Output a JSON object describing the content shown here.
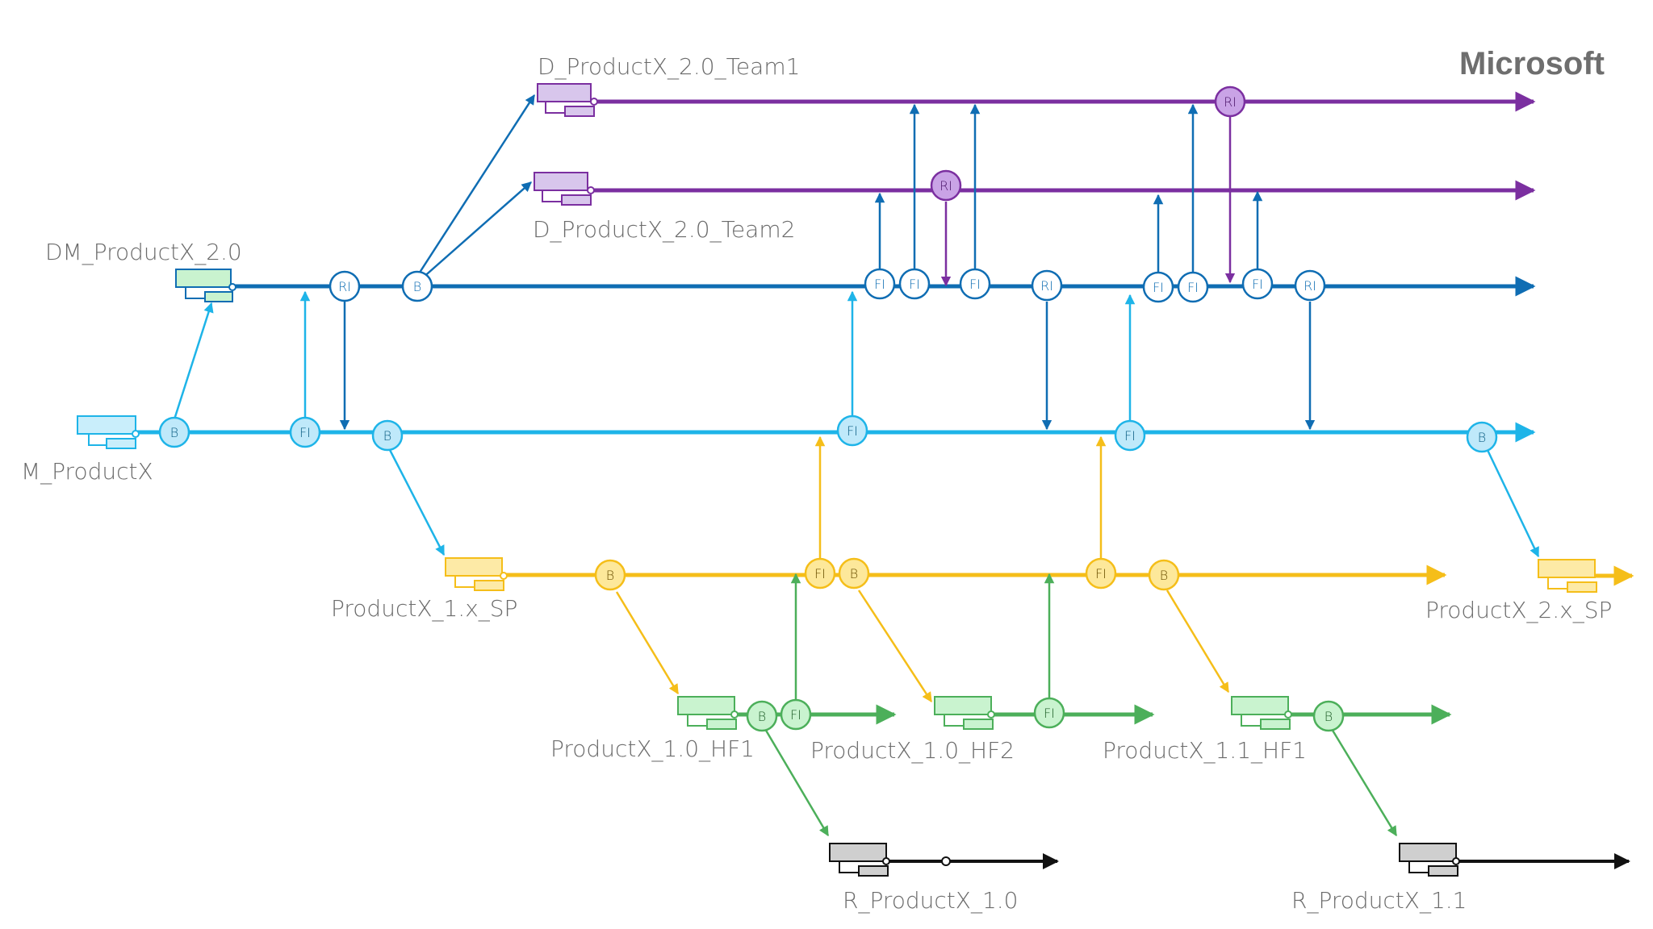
{
  "brand": "Microsoft",
  "colors": {
    "main": "#1eb4e8",
    "dev": "#0f6db3",
    "team": "#7b2fa0",
    "sp": "#f5be19",
    "hf": "#4caf5a",
    "rel": "#111111"
  },
  "branches": [
    {
      "id": "team1",
      "label": "D_ProductX_2.0_Team1"
    },
    {
      "id": "team2",
      "label": "D_ProductX_2.0_Team2"
    },
    {
      "id": "dev",
      "label": "DM_ProductX_2.0"
    },
    {
      "id": "main",
      "label": "M_ProductX"
    },
    {
      "id": "sp1",
      "label": "ProductX_1.x_SP"
    },
    {
      "id": "sp2",
      "label": "ProductX_2.x_SP"
    },
    {
      "id": "hf10a",
      "label": "ProductX_1.0_HF1"
    },
    {
      "id": "hf10b",
      "label": "ProductX_1.0_HF2"
    },
    {
      "id": "hf11",
      "label": "ProductX_1.1_HF1"
    },
    {
      "id": "r10",
      "label": "R_ProductX_1.0"
    },
    {
      "id": "r11",
      "label": "R_ProductX_1.1"
    }
  ],
  "nodes": {
    "branch": "B",
    "forward": "FI",
    "reverse": "RI"
  }
}
